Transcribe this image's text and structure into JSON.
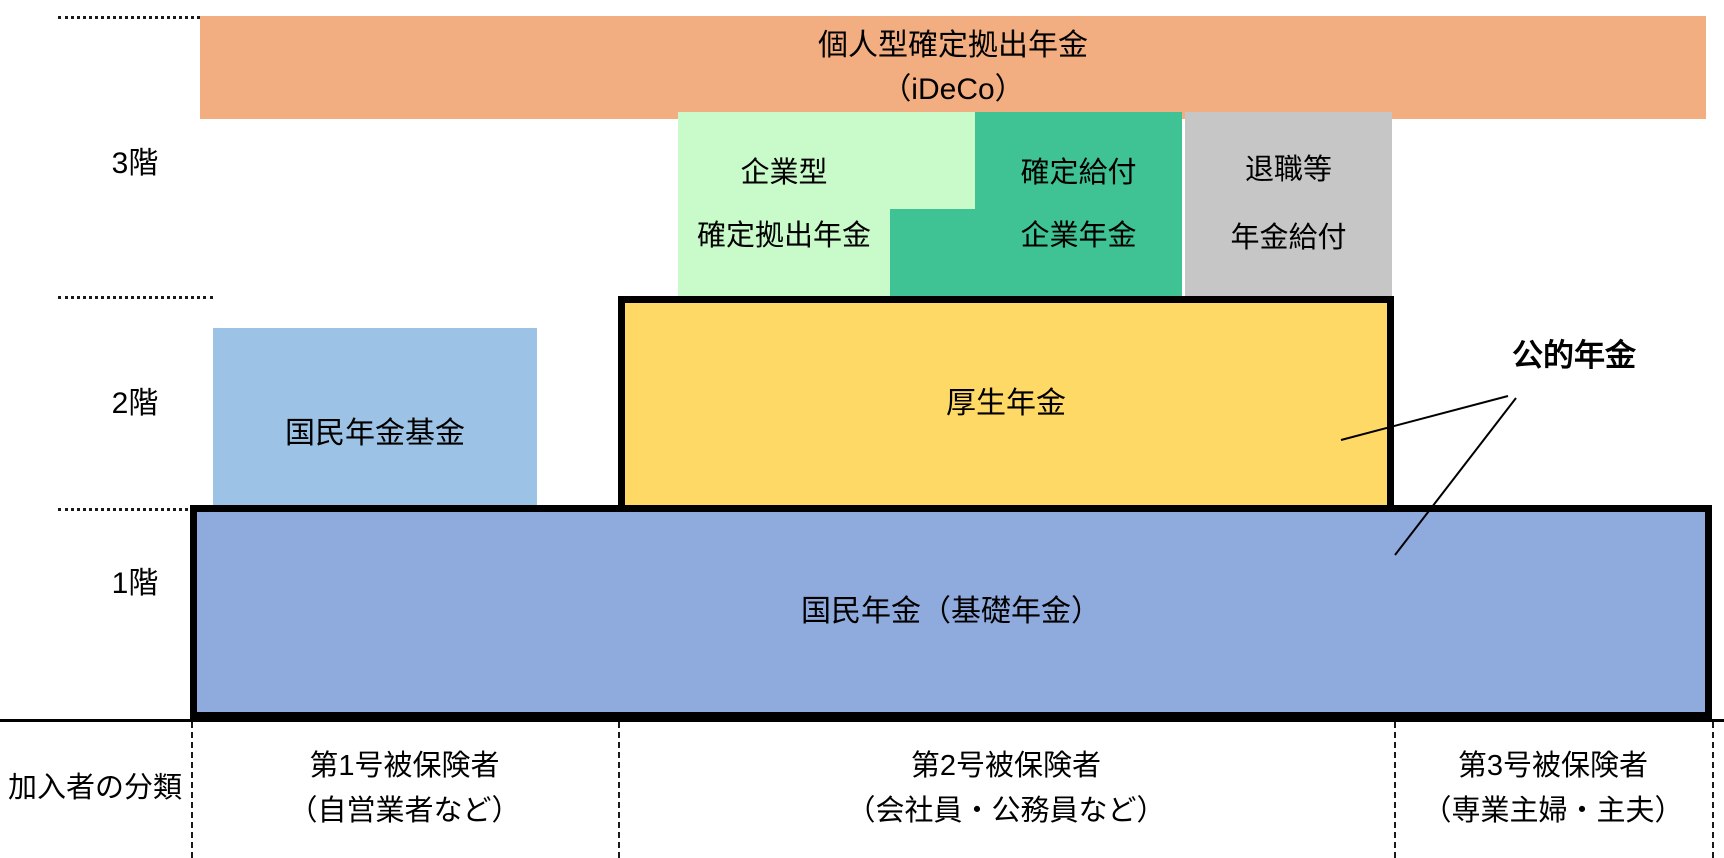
{
  "diagram": {
    "title_context": "日本の年金制度 3階建て構造図",
    "floors": [
      {
        "label": "3階"
      },
      {
        "label": "2階"
      },
      {
        "label": "1階"
      }
    ],
    "blocks": {
      "ideco": {
        "line1": "個人型確定拠出年金",
        "line2": "（iDeCo）",
        "color": "#f2ae80"
      },
      "corporate_dc": {
        "line1": "企業型",
        "line2": "確定拠出年金",
        "color": "#c9fac9"
      },
      "db_pension": {
        "line1": "確定給付",
        "line2": "企業年金",
        "color": "#3fc394"
      },
      "retirement_benefit": {
        "line1": "退職等",
        "line2": "年金給付",
        "color": "#c6c6c6"
      },
      "kokumin_fund": {
        "line1": "国民年金基金",
        "color": "#9cc3e5"
      },
      "kosei_nenkin": {
        "line1": "厚生年金",
        "color": "#ffd966"
      },
      "kiso_nenkin": {
        "line1": "国民年金（基礎年金）",
        "color": "#8faadc"
      }
    },
    "annotation": {
      "label": "公的年金"
    },
    "classification": {
      "row_label": "加入者の分類",
      "cells": [
        {
          "line1": "第1号被保険者",
          "line2": "（自営業者など）"
        },
        {
          "line1": "第2号被保険者",
          "line2": "（会社員・公務員など）"
        },
        {
          "line1": "第3号被保険者",
          "line2": "（専業主婦・主夫）"
        }
      ]
    }
  }
}
